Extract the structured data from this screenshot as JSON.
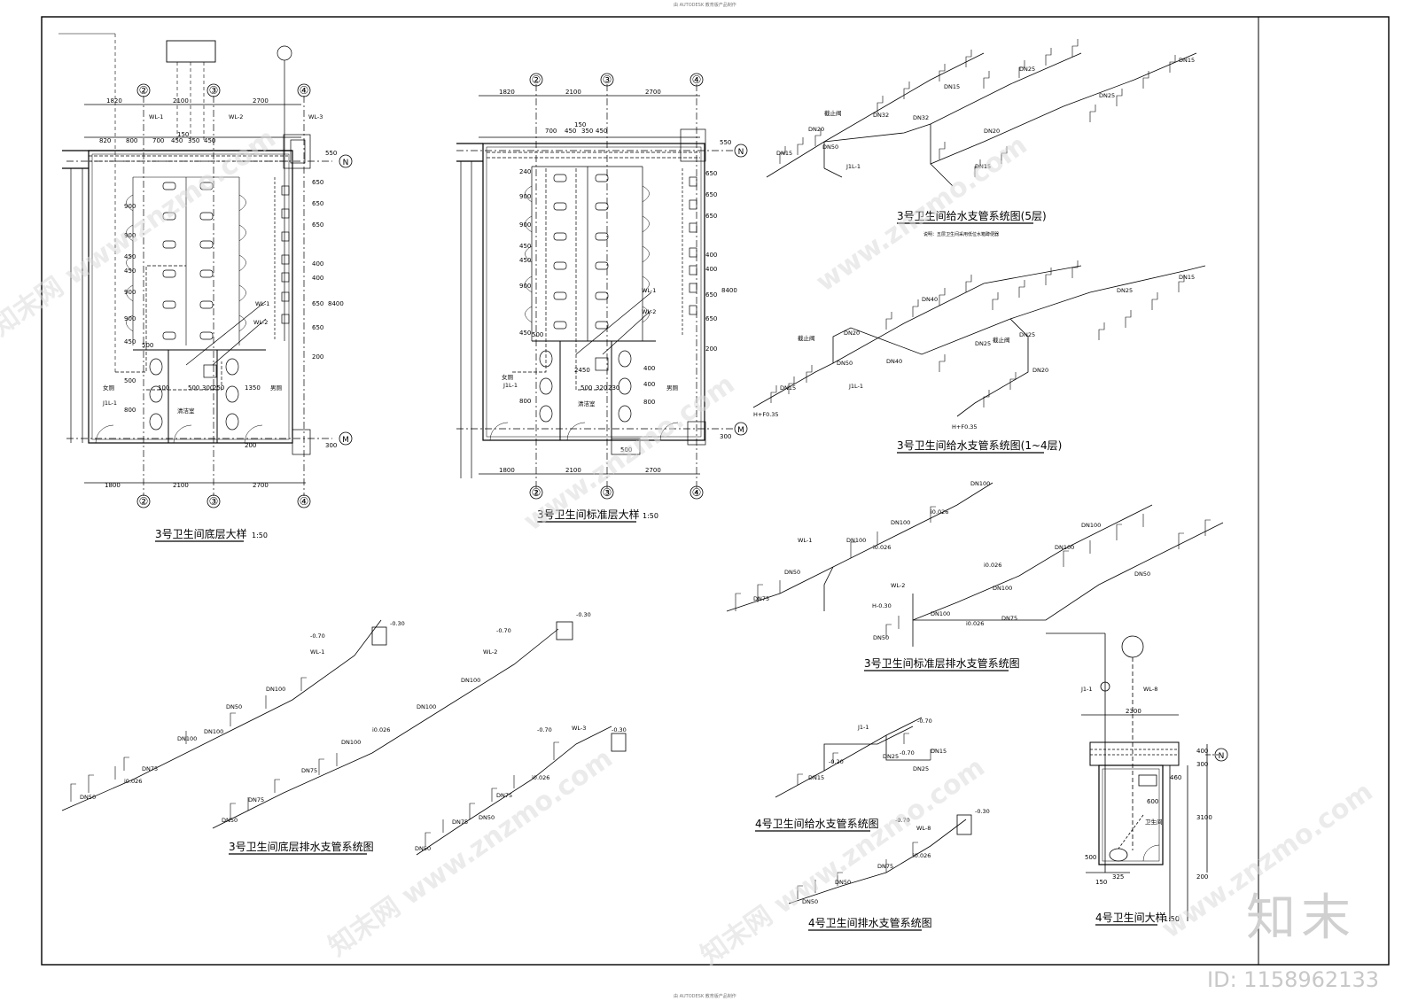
{
  "sheet": {
    "header_tiny": "由 AUTODESK 教育版产品制作",
    "footer_tiny": "由 AUTODESK 教育版产品制作"
  },
  "titles": {
    "plan_ground": "3号卫生间底层大样",
    "plan_ground_scale": "1:50",
    "plan_standard": "3号卫生间标准层大样",
    "plan_standard_scale": "1:50",
    "supply_5f": "3号卫生间给水支管系统图(5层)",
    "supply_5f_note": "说明：五层卫生间采用低位水箱蹲便器",
    "supply_1_4f": "3号卫生间给水支管系统图(1~4层)",
    "drain_standard": "3号卫生间标准层排水支管系统图",
    "drain_ground": "3号卫生间底层排水支管系统图",
    "supply_4": "4号卫生间给水支管系统图",
    "drain_4": "4号卫生间排水支管系统图",
    "plan_4": "4号卫生间大样",
    "plan_4_scale": "1:50"
  },
  "grid": {
    "ground_top": [
      "②",
      "③",
      "④"
    ],
    "ground_bottom": [
      "②",
      "③",
      "④"
    ],
    "standard_top": [
      "②",
      "③",
      "④"
    ],
    "standard_bottom": [
      "②",
      "③",
      "④"
    ],
    "row_n": "N",
    "row_m": "M"
  },
  "dims": {
    "g_top_overall": [
      "1820",
      "2100",
      "2700"
    ],
    "g_top_sub": [
      "820",
      "800",
      "700",
      "450",
      "350",
      "450"
    ],
    "g_top_150": "150",
    "g_bottom": [
      "1800",
      "2100",
      "2700"
    ],
    "g_right": [
      "550",
      "650",
      "650",
      "650",
      "400",
      "400",
      "650",
      "650",
      "200",
      "300"
    ],
    "g_right_total": "8400",
    "g_left": [
      "900",
      "900",
      "450",
      "450",
      "900",
      "900",
      "450",
      "500",
      "800"
    ],
    "g_mid": [
      "500",
      "100",
      "500",
      "300",
      "250",
      "1350",
      "200"
    ],
    "s_top_overall": [
      "1820",
      "2100",
      "2700"
    ],
    "s_top_sub": [
      "700",
      "450",
      "350",
      "450"
    ],
    "s_top_150": "150",
    "s_bottom": [
      "1800",
      "2100",
      "2700"
    ],
    "s_right": [
      "550",
      "650",
      "650",
      "650",
      "400",
      "400",
      "650",
      "650",
      "200",
      "300"
    ],
    "s_right_total": "8400",
    "s_left": [
      "240",
      "900",
      "900",
      "450",
      "450",
      "900",
      "450",
      "800"
    ],
    "s_mid": [
      "500",
      "2450",
      "500",
      "320",
      "230",
      "400",
      "400",
      "800",
      "500"
    ],
    "p4_top": "2300",
    "p4_right": [
      "400",
      "300",
      "460",
      "600",
      "3100",
      "200"
    ],
    "p4_left": "500",
    "p4_bottom": [
      "150",
      "325"
    ]
  },
  "room_labels": {
    "female": "女厕",
    "male": "男厕",
    "clean": "清洁室",
    "p4_room": "卫生间"
  },
  "pipes": {
    "wl1": "WL-1",
    "wl2": "WL-2",
    "wl3": "WL-3",
    "wl8": "WL-8",
    "j1l1": "J1L-1",
    "j11": "J1-1",
    "h_neg": "H-0.30",
    "h_fl": "H+F0.35",
    "h_fl2": "H+F0.35"
  },
  "supply_labels": {
    "dn15": "DN15",
    "dn20": "DN20",
    "dn25": "DN25",
    "dn32": "DN32",
    "dn40": "DN40",
    "dn50": "DN50",
    "valve": "截止阀"
  },
  "drain_labels": {
    "dn50": "DN50",
    "dn75": "DN75",
    "dn100": "DN100",
    "slope": "i0.026",
    "slope2": "i0.026",
    "elev1": "-0.70",
    "elev2": "-0.30",
    "elev3": "-0.20"
  },
  "watermark": {
    "brand": "知末",
    "id": "ID: 1158962133",
    "text1": "知末网 www.znzmo.com",
    "text2": "www.znzmo.com"
  },
  "colors": {
    "ink": "#000000",
    "watermark": "#dcdcdc"
  }
}
